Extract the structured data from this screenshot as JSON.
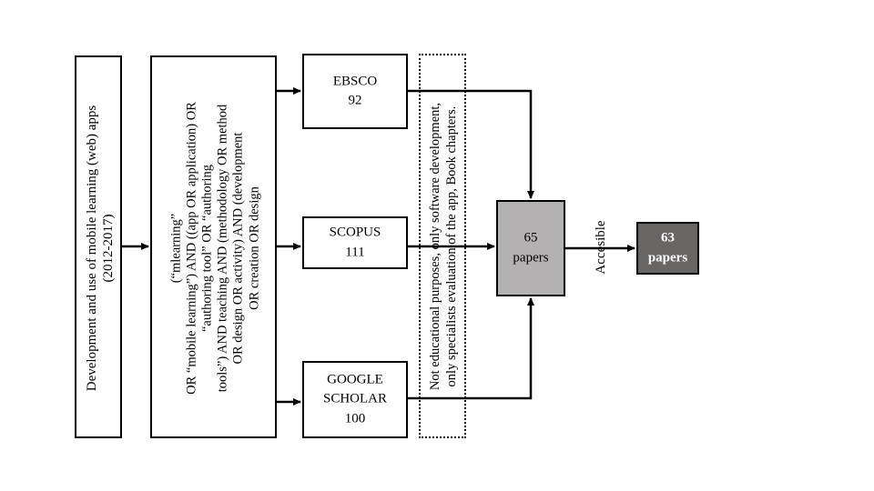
{
  "scope": {
    "line1": "Development and use of mobile learning (web) apps",
    "line2": "(2012-2017)"
  },
  "query": {
    "lines": [
      "(“mlearning”",
      "OR “mobile learning”) AND ((app OR application) OR",
      "“authoring tool” OR “authoring",
      "tools”) AND teaching AND (methodology OR method",
      "OR design OR activity) AND (development",
      "OR creation OR design"
    ]
  },
  "databases": [
    {
      "name": "EBSCO",
      "count": "92"
    },
    {
      "name": "SCOPUS",
      "count": "111"
    },
    {
      "name": "GOOGLE",
      "name2": "SCHOLAR",
      "count": "100"
    }
  ],
  "exclusion": {
    "line1": "Not educational purposes, only software development,",
    "line2": "only specialists evaluation of the app, Book chapters."
  },
  "filtered": {
    "count": "65",
    "label": "papers",
    "fill": "#b3b1b1"
  },
  "accessible_label": "Accesible",
  "final": {
    "count": "63",
    "label": "papers",
    "fill": "#686565"
  }
}
